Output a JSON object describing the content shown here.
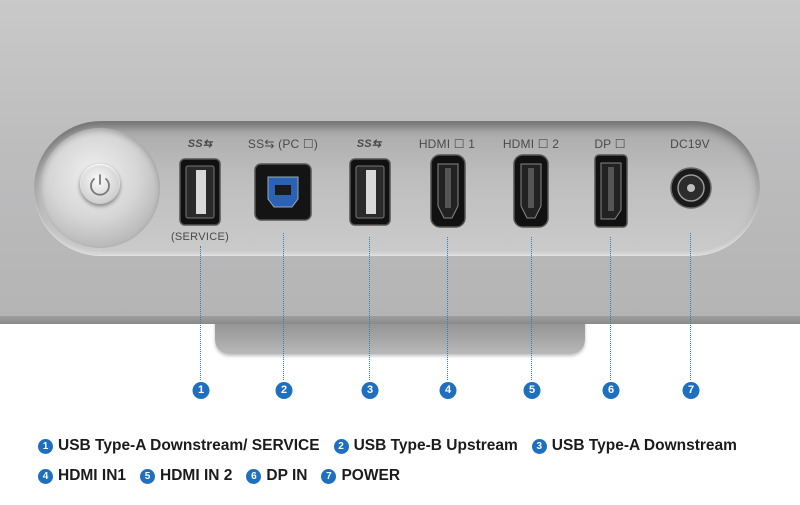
{
  "ports": [
    {
      "id": 1,
      "top_label": "SS⇆",
      "sub_label": "(SERVICE)"
    },
    {
      "id": 2,
      "top_label": "SS⇆ (PC ☐)",
      "sub_label": ""
    },
    {
      "id": 3,
      "top_label": "SS⇆",
      "sub_label": ""
    },
    {
      "id": 4,
      "top_label": "HDMI ☐ 1",
      "sub_label": ""
    },
    {
      "id": 5,
      "top_label": "HDMI ☐ 2",
      "sub_label": ""
    },
    {
      "id": 6,
      "top_label": "DP ☐",
      "sub_label": ""
    },
    {
      "id": 7,
      "top_label": "DC19V",
      "sub_label": ""
    }
  ],
  "callouts": [
    "1",
    "2",
    "3",
    "4",
    "5",
    "6",
    "7"
  ],
  "legend": [
    {
      "num": "1",
      "text": "USB Type-A Downstream/ SERVICE"
    },
    {
      "num": "2",
      "text": "USB Type-B Upstream"
    },
    {
      "num": "3",
      "text": "USB Type-A Downstream"
    },
    {
      "num": "4",
      "text": "HDMI IN1"
    },
    {
      "num": "5",
      "text": "HDMI IN 2"
    },
    {
      "num": "6",
      "text": "DP IN"
    },
    {
      "num": "7",
      "text": "POWER"
    }
  ],
  "colors": {
    "accent": "#1f6fc0",
    "panel": "#bdbdbe"
  },
  "icons": {
    "power": "power-button-icon"
  }
}
